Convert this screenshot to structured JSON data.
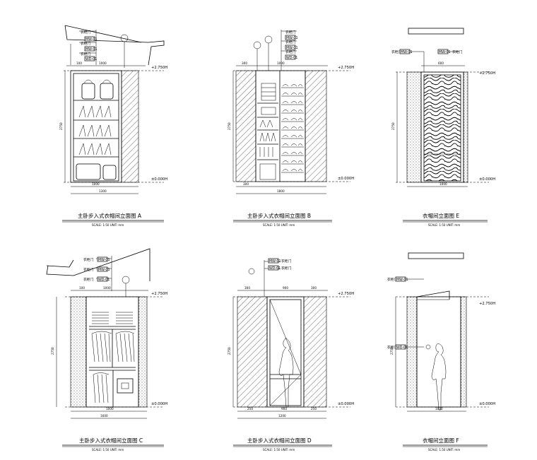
{
  "panels": [
    {
      "id": "A",
      "title": "主卧步入式衣帽间立面图 A",
      "scale": "SCALE: 1:50   UNIT: mm",
      "level_top": "+2.750H",
      "level_bottom": "±0.000H",
      "dims_top": [
        "100",
        "1000"
      ],
      "dim_side": "2750",
      "dims_bottom": [
        "1000",
        "1300"
      ],
      "tags": [
        "MW-01",
        "MW-01",
        "WD-01"
      ],
      "tag_labels": [
        "衣柜门",
        "衣柜门",
        "衣柜门"
      ]
    },
    {
      "id": "B",
      "title": "主卧步入式衣帽间立面图 B",
      "scale": "SCALE: 1:50   UNIT: mm",
      "level_top": "+2.750H",
      "level_bottom": "±0.000H",
      "dims_top": [
        "300",
        "1000"
      ],
      "dim_side": "2750",
      "dims_bottom": [
        "300",
        "1800"
      ],
      "tags": [
        "MW-01",
        "MW-01",
        "WD-01",
        "WD-01"
      ],
      "tag_labels": [
        "衣柜门",
        "衣柜门",
        "衣柜门",
        "衣柜门"
      ]
    },
    {
      "id": "E",
      "title": "衣帽间立面图 E",
      "scale": "SCALE: 1:50   UNIT: mm",
      "level_top": "+2.750H",
      "level_bottom": "±0.000H",
      "dims_top": [
        "600"
      ],
      "dim_side": "2750",
      "dims_bottom": [
        "1000"
      ],
      "tags": [
        "MW-01",
        "MW-01"
      ],
      "tag_labels": [
        "衣柜门",
        "衣柜门"
      ]
    },
    {
      "id": "C",
      "title": "主卧步入式衣帽间立面图 C",
      "scale": "SCALE: 1:50   UNIT: mm",
      "level_top": "+2.750H",
      "level_bottom": "±0.000H",
      "dims_top": [
        "100",
        "1000"
      ],
      "dim_side": "2750",
      "dims_bottom": [
        "1000",
        "1600"
      ],
      "tags": [
        "MW-01",
        "MW-01",
        "WD-01"
      ],
      "tag_labels": [
        "衣柜门",
        "衣柜门",
        "衣柜门"
      ]
    },
    {
      "id": "D",
      "title": "主卧步入式衣帽间立面图 D",
      "scale": "SCALE: 1:50   UNIT: mm",
      "level_top": "+2.750H",
      "level_bottom": "±0.000H",
      "dims_top": [
        "300",
        "900",
        "300"
      ],
      "dim_side": "2750",
      "dims_bottom": [
        "250",
        "900",
        "250",
        "1200"
      ],
      "tags": [
        "MW-01",
        "WD-01"
      ],
      "tag_labels": [
        "衣柜门",
        "衣柜门"
      ]
    },
    {
      "id": "F",
      "title": "衣帽间立面图 F",
      "scale": "SCALE: 1:50   UNIT: mm",
      "level_top": "+2.750H",
      "level_bottom": "±0.000H",
      "dims_top": [],
      "dim_side": "2750",
      "dims_bottom": [
        "1000"
      ],
      "tags": [
        "MW-01",
        "WD-01"
      ],
      "tag_labels": [
        "衣柜门",
        "衣柜门"
      ]
    }
  ]
}
